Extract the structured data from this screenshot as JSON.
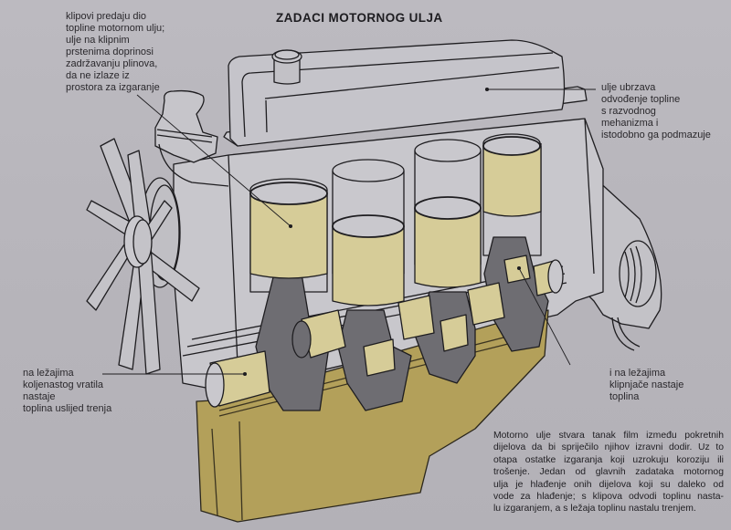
{
  "title": "ZADACI MOTORNOG ULJA",
  "colors": {
    "background": "#b8b6bc",
    "oil_yellow": "#d6cc98",
    "sump_yellow": "#b3a05a",
    "crank_gray": "#6e6d72",
    "engine_light": "#c7c6cb",
    "line": "#1e1d20"
  },
  "annotations": {
    "pistons": {
      "lines": [
        "klipovi predaju dio",
        "topline motornom ulju;",
        "ulje na klipnim",
        "prstenima doprinosi",
        "zadržavanju plinova,",
        "da ne izlaze iz",
        "prostora za izgaranje"
      ]
    },
    "valve_cover": {
      "lines": [
        "ulje ubrzava",
        "odvođenje topline",
        "s razvodnog",
        "mehanizma i",
        "istodobno ga podmazuje"
      ]
    },
    "crankshaft_bearings": {
      "lines": [
        "na ležajima",
        "koljenastog vratila",
        "nastaje",
        "toplina uslijed trenja"
      ]
    },
    "conrod_bearings": {
      "lines": [
        "i na ležajima",
        "klipnjače nastaje",
        "toplina"
      ]
    }
  },
  "description": {
    "lines": [
      "Motorno ulje stvara tanak film između pokretnih",
      "dijelova da bi spriječilo njihov izravni dodir. Uz to",
      "otapa ostatke izgaranja koji uzrokuju koroziju ili",
      "trošenje. Jedan od glavnih zadataka motornog",
      "ulja je hlađenje onih dijelova koji su daleko od",
      "vode za hlađenje; s klipova odvodi toplinu nasta-",
      "lu izgaranjem, a s ležaja toplinu nastalu trenjem."
    ]
  },
  "illustration": {
    "subject": "engine-cutaway",
    "cylinders": 4,
    "parts": [
      "valve-cover",
      "oil-filler-cap",
      "thermostat-housing",
      "fan",
      "pistons",
      "connecting-rods",
      "crankshaft",
      "oil-sump",
      "flywheel-housing"
    ]
  }
}
